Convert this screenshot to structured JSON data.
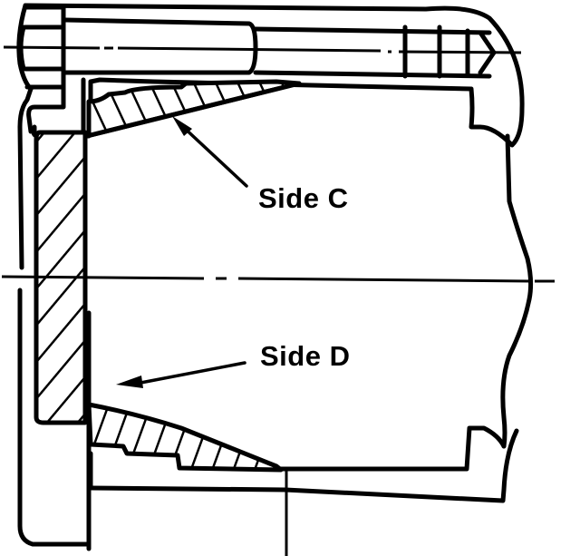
{
  "diagram": {
    "type": "technical-cross-section",
    "subject": "bolted flange joint with tapered seal / hub",
    "line_color": "#000000",
    "background_color": "#ffffff",
    "labels": [
      {
        "id": "side_c",
        "text": "Side C",
        "points_to": "upper tapered hatched seal surface"
      },
      {
        "id": "side_d",
        "text": "Side D",
        "points_to": "inner bore near lower tapered seal"
      }
    ],
    "components": [
      {
        "name": "hex-bolt-head",
        "description": "hexagonal bolt head at top-left"
      },
      {
        "name": "bolt-shank",
        "description": "bolt running horizontally across top with threaded end and chamfered tip"
      },
      {
        "name": "upper-flange-clamp",
        "description": "hook-shaped clamp body wrapping around bolt at top right"
      },
      {
        "name": "end-plate",
        "description": "vertical hatched end plate on left"
      },
      {
        "name": "upper-tapered-seal",
        "description": "hatched wedge ring, upper"
      },
      {
        "name": "lower-tapered-seal",
        "description": "hatched wedge ring, lower"
      },
      {
        "name": "lower-flange-clamp",
        "description": "lower clamp body"
      },
      {
        "name": "centerline",
        "description": "horizontal dash-dot centerline of the assembly"
      },
      {
        "name": "break-line",
        "description": "wavy break line at right edge"
      }
    ]
  }
}
